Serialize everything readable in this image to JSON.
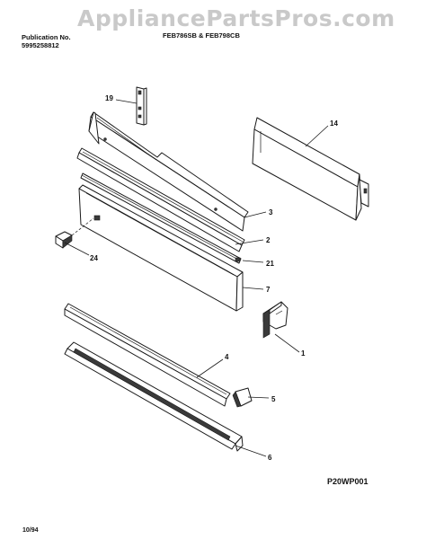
{
  "watermark": "AppliancePartsPros.com",
  "header": {
    "publication_label": "Publication No.",
    "publication_number": "5995258812",
    "models": "FEB786SB & FEB798CB"
  },
  "figure_code": "P20WP001",
  "footer_date": "10/94",
  "callouts": [
    "19",
    "14",
    "3",
    "2",
    "24",
    "21",
    "7",
    "1",
    "4",
    "5",
    "6"
  ]
}
